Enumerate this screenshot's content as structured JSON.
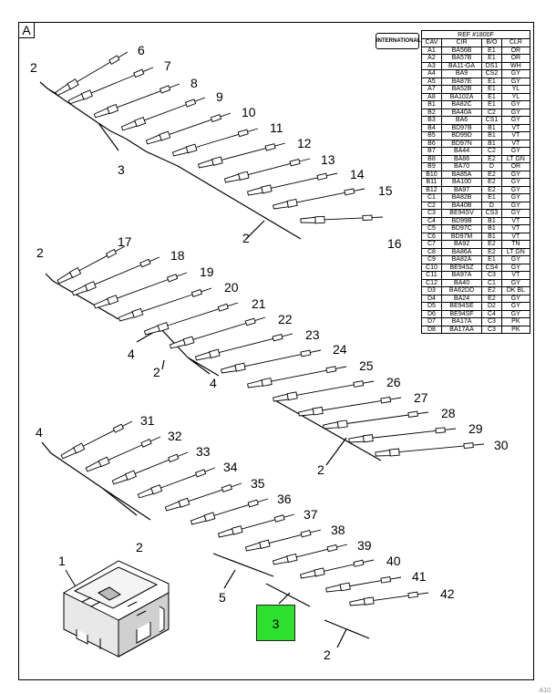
{
  "panel_label": "A",
  "table": {
    "title": "REF #1800F",
    "headers": [
      "CAV",
      "CIR",
      "B/O",
      "CLR"
    ],
    "rows": [
      [
        "A1",
        "BA56B",
        "E1",
        "OR"
      ],
      [
        "A2",
        "BA57B",
        "E1",
        "OR"
      ],
      [
        "A3",
        "BA11-GA",
        "DS1",
        "WH"
      ],
      [
        "A4",
        "BA9",
        "CS2",
        "GY"
      ],
      [
        "A5",
        "BA87E",
        "E1",
        "GY"
      ],
      [
        "A7",
        "BA52B",
        "E1",
        "YL"
      ],
      [
        "A8",
        "BA102A",
        "E1",
        "YL"
      ],
      [
        "B1",
        "BA82C",
        "E1",
        "GY"
      ],
      [
        "B2",
        "BA40A",
        "C2",
        "GY"
      ],
      [
        "B3",
        "BA6",
        "CS1",
        "GY"
      ],
      [
        "B4",
        "BD97B",
        "B1",
        "VT"
      ],
      [
        "B5",
        "BD99D",
        "B1",
        "VT"
      ],
      [
        "B6",
        "BD97N",
        "B1",
        "VT"
      ],
      [
        "B7",
        "BA44",
        "C2",
        "GY"
      ],
      [
        "B8",
        "BA86",
        "E2",
        "LT GN"
      ],
      [
        "B9",
        "BA70",
        "D",
        "OR"
      ],
      [
        "B10",
        "BA85A",
        "E2",
        "GY"
      ],
      [
        "B11",
        "BA100",
        "E2",
        "GY"
      ],
      [
        "B12",
        "BA97",
        "E2",
        "GY"
      ],
      [
        "C1",
        "BA82B",
        "E1",
        "GY"
      ],
      [
        "C2",
        "BA40B",
        "D",
        "GY"
      ],
      [
        "C3",
        "BE94SV",
        "CS3",
        "GY"
      ],
      [
        "C4",
        "BD99B",
        "B1",
        "VT"
      ],
      [
        "C5",
        "BD97C",
        "B1",
        "VT"
      ],
      [
        "C6",
        "BD97M",
        "B1",
        "VT"
      ],
      [
        "C7",
        "BA92",
        "E2",
        "TN"
      ],
      [
        "C8",
        "BA86A",
        "E2",
        "LT GN"
      ],
      [
        "C9",
        "BA82A",
        "E1",
        "GY"
      ],
      [
        "C10",
        "BE94SZ",
        "CS4",
        "GY"
      ],
      [
        "C11",
        "BA97A",
        "C3",
        "VT"
      ],
      [
        "C12",
        "BA40",
        "C1",
        "GY"
      ],
      [
        "D3",
        "BA62DD",
        "E2",
        "DK BL"
      ],
      [
        "D4",
        "BA24",
        "E2",
        "GY"
      ],
      [
        "D5",
        "BE94SE",
        "D2",
        "GY"
      ],
      [
        "D6",
        "BE94SF",
        "C4",
        "GY"
      ],
      [
        "D7",
        "BA17A",
        "C3",
        "PK"
      ],
      [
        "D8",
        "BA17AA",
        "C3",
        "PK"
      ]
    ]
  },
  "logo_text": "INTERNATIONAL",
  "highlight_label": "3",
  "callouts": {
    "part_numbers": [
      "6",
      "7",
      "8",
      "9",
      "10",
      "11",
      "12",
      "13",
      "14",
      "15",
      "16",
      "17",
      "18",
      "19",
      "20",
      "21",
      "22",
      "23",
      "24",
      "25",
      "26",
      "27",
      "28",
      "29",
      "30",
      "31",
      "32",
      "33",
      "34",
      "35",
      "36",
      "37",
      "38",
      "39",
      "40",
      "41",
      "42"
    ],
    "item_1": "1",
    "quantities": [
      "2",
      "3",
      "2",
      "2",
      "4",
      "2",
      "4",
      "2",
      "4",
      "2",
      "5",
      "2"
    ]
  },
  "corner_mark": "A10"
}
